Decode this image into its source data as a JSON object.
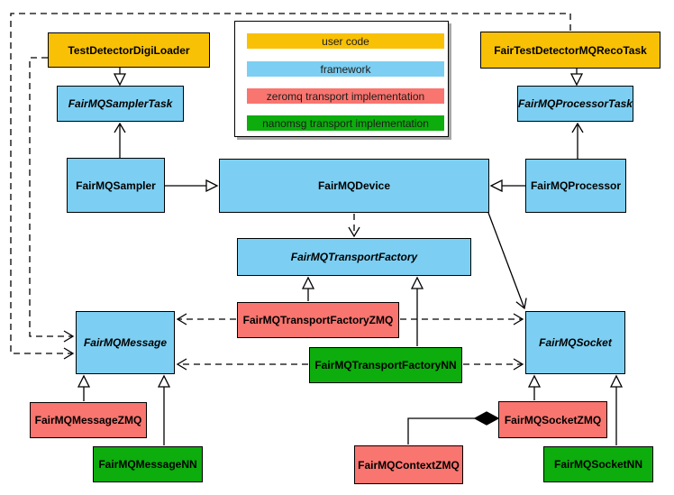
{
  "diagram_type": "uml-class-diagram",
  "colors": {
    "user_code": "#F9C105",
    "framework": "#7CCFF2",
    "zeromq": "#F9756F",
    "nanomsg": "#0CAD0C",
    "stroke": "#000000",
    "background": "#FFFFFF"
  },
  "legend": {
    "items": [
      {
        "label": "user code",
        "color": "#F9C105"
      },
      {
        "label": "framework",
        "color": "#7CCFF2"
      },
      {
        "label": "zeromq transport implementation",
        "color": "#F9756F"
      },
      {
        "label": "nanomsg transport implementation",
        "color": "#0CAD0C"
      }
    ]
  },
  "nodes": {
    "testDetectorDigiLoader": {
      "label": "TestDetectorDigiLoader",
      "category": "user code",
      "abstract": false
    },
    "fairTestDetectorMQRecoTask": {
      "label": "FairTestDetectorMQRecoTask",
      "category": "user code",
      "abstract": false
    },
    "fairMQSamplerTask": {
      "label": "FairMQSamplerTask",
      "category": "framework",
      "abstract": true
    },
    "fairMQProcessorTask": {
      "label": "FairMQProcessorTask",
      "category": "framework",
      "abstract": true
    },
    "fairMQSampler": {
      "label": "FairMQSampler",
      "category": "framework",
      "abstract": false
    },
    "fairMQDevice": {
      "label": "FairMQDevice",
      "category": "framework",
      "abstract": false
    },
    "fairMQProcessor": {
      "label": "FairMQProcessor",
      "category": "framework",
      "abstract": false
    },
    "fairMQTransportFactory": {
      "label": "FairMQTransportFactory",
      "category": "framework",
      "abstract": true
    },
    "fairMQTransportFactoryZMQ": {
      "label": "FairMQTransportFactoryZMQ",
      "category": "zeromq",
      "abstract": false
    },
    "fairMQTransportFactoryNN": {
      "label": "FairMQTransportFactoryNN",
      "category": "nanomsg",
      "abstract": false
    },
    "fairMQMessage": {
      "label": "FairMQMessage",
      "category": "framework",
      "abstract": true
    },
    "fairMQSocket": {
      "label": "FairMQSocket",
      "category": "framework",
      "abstract": true
    },
    "fairMQMessageZMQ": {
      "label": "FairMQMessageZMQ",
      "category": "zeromq",
      "abstract": false
    },
    "fairMQMessageNN": {
      "label": "FairMQMessageNN",
      "category": "nanomsg",
      "abstract": false
    },
    "fairMQSocketZMQ": {
      "label": "FairMQSocketZMQ",
      "category": "zeromq",
      "abstract": false
    },
    "fairMQSocketNN": {
      "label": "FairMQSocketNN",
      "category": "nanomsg",
      "abstract": false
    },
    "fairMQContextZMQ": {
      "label": "FairMQContextZMQ",
      "category": "zeromq",
      "abstract": false
    }
  },
  "edges": [
    {
      "from": "TestDetectorDigiLoader",
      "to": "FairMQSamplerTask",
      "type": "inheritance"
    },
    {
      "from": "FairTestDetectorMQRecoTask",
      "to": "FairMQProcessorTask",
      "type": "inheritance"
    },
    {
      "from": "FairMQSampler",
      "to": "FairMQSamplerTask",
      "type": "association"
    },
    {
      "from": "FairMQProcessor",
      "to": "FairMQProcessorTask",
      "type": "association"
    },
    {
      "from": "FairMQSampler",
      "to": "FairMQDevice",
      "type": "inheritance"
    },
    {
      "from": "FairMQProcessor",
      "to": "FairMQDevice",
      "type": "inheritance"
    },
    {
      "from": "FairMQDevice",
      "to": "FairMQTransportFactory",
      "type": "dependency"
    },
    {
      "from": "FairMQDevice",
      "to": "FairMQSocket",
      "type": "association"
    },
    {
      "from": "TestDetectorDigiLoader",
      "to": "FairMQMessage",
      "type": "dependency"
    },
    {
      "from": "FairTestDetectorMQRecoTask",
      "to": "FairMQMessage",
      "type": "dependency"
    },
    {
      "from": "FairMQTransportFactoryZMQ",
      "to": "FairMQTransportFactory",
      "type": "inheritance"
    },
    {
      "from": "FairMQTransportFactoryNN",
      "to": "FairMQTransportFactory",
      "type": "inheritance"
    },
    {
      "from": "FairMQTransportFactoryZMQ",
      "to": "FairMQMessage",
      "type": "dependency"
    },
    {
      "from": "FairMQTransportFactoryZMQ",
      "to": "FairMQSocket",
      "type": "dependency"
    },
    {
      "from": "FairMQTransportFactoryNN",
      "to": "FairMQMessage",
      "type": "dependency"
    },
    {
      "from": "FairMQTransportFactoryNN",
      "to": "FairMQSocket",
      "type": "dependency"
    },
    {
      "from": "FairMQMessageZMQ",
      "to": "FairMQMessage",
      "type": "inheritance"
    },
    {
      "from": "FairMQMessageNN",
      "to": "FairMQMessage",
      "type": "inheritance"
    },
    {
      "from": "FairMQSocketZMQ",
      "to": "FairMQSocket",
      "type": "inheritance"
    },
    {
      "from": "FairMQSocketNN",
      "to": "FairMQSocket",
      "type": "inheritance"
    },
    {
      "from": "FairMQContextZMQ",
      "to": "FairMQSocketZMQ",
      "type": "composition"
    }
  ]
}
